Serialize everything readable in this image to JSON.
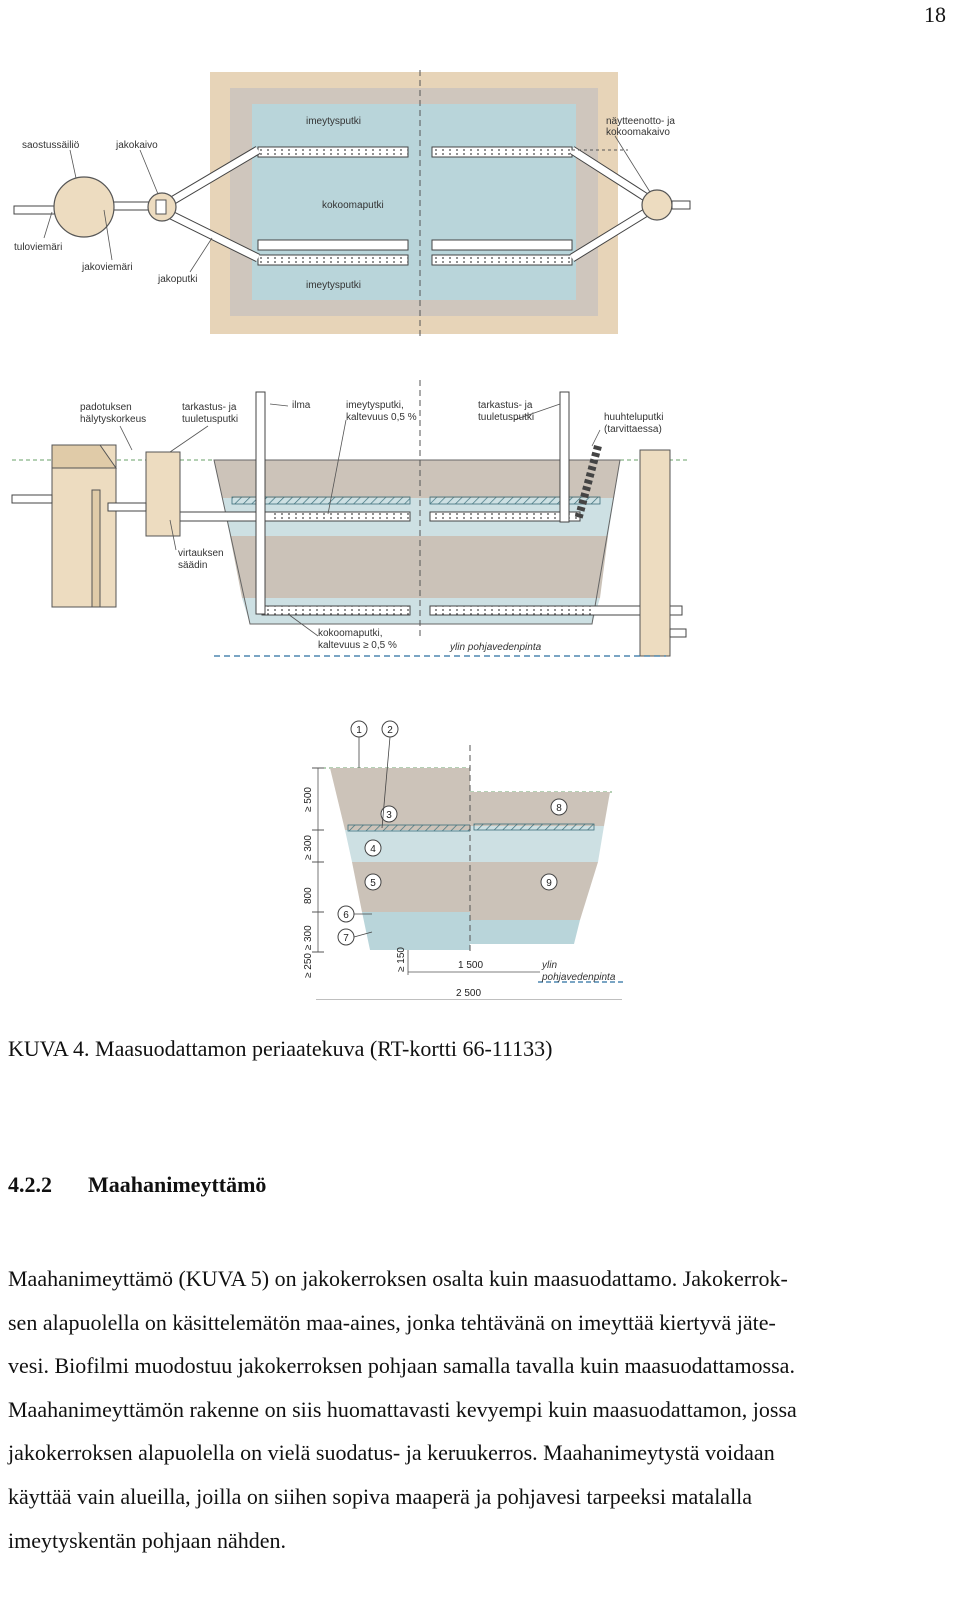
{
  "page_number": "18",
  "figure": {
    "top_plan": {
      "labels": {
        "saostussailio": "saostussäiliö",
        "jakokaivo": "jakokaivo",
        "imeytysputki_top": "imeytysputki",
        "nayttenotto_1": "näytteenotto- ja",
        "nayttenotto_2": "kokoomakaivo",
        "kokoomaputki": "kokoomaputki",
        "tuloviemari": "tuloviemäri",
        "jakoviemari": "jakoviemäri",
        "jakoputki": "jakoputki",
        "imeytysputki_bottom": "imeytysputki"
      }
    },
    "section": {
      "labels": {
        "padotuksen_1": "padotuksen",
        "padotuksen_2": "hälytyskorkeus",
        "tarkastus_l1": "tarkastus- ja",
        "tarkastus_l2": "tuuletusputki",
        "ilma": "ilma",
        "imeytysputki_1": "imeytysputki,",
        "imeytysputki_2": "kaltevuus 0,5 %",
        "tarkastus_r1": "tarkastus- ja",
        "tarkastus_r2": "tuuletusputki",
        "huuhtelu_1": "huuhteluputki",
        "huuhtelu_2": "(tarvittaessa)",
        "virtauksen_1": "virtauksen",
        "virtauksen_2": "säädin",
        "kokooma_1": "kokoomaputki,",
        "kokooma_2": "kaltevuus ≥ 0,5 %",
        "pohjavesi": "ylin pohjavedenpinta"
      }
    },
    "layers": {
      "dims": {
        "d500": "≥ 500",
        "d300": "≥ 300",
        "d800": "800",
        "d250": "≥ 250 ≥ 300",
        "d150": "≥ 150",
        "w1500": "1 500",
        "w2500": "2 500"
      },
      "pohjavesi_1": "ylin",
      "pohjavesi_2": "pohjavedenpinta",
      "markers": [
        "1",
        "2",
        "3",
        "4",
        "5",
        "6",
        "7",
        "8",
        "9"
      ]
    }
  },
  "caption": "KUVA 4. Maasuodattamon periaatekuva (RT-kortti 66-11133)",
  "section_heading": {
    "number": "4.2.2",
    "title": "Maahanimeyttämö"
  },
  "body_lines": [
    "Maahanimeyttämö (KUVA 5) on jakokerroksen osalta kuin maasuodattamo. Jakokerrok-",
    "sen alapuolella on käsittelemätön maa-aines, jonka tehtävänä on imeyttää kiertyvä jäte-",
    "vesi. Biofilmi muodostuu jakokerroksen pohjaan samalla tavalla kuin maasuodattamossa.",
    "Maahanimeyttämön rakenne on siis huomattavasti kevyempi kuin maasuodattamon, jossa",
    "jakokerroksen alapuolella on vielä suodatus- ja keruukerros. Maahanimeytystä voidaan",
    "käyttää vain alueilla, joilla on siihen sopiva maaperä ja pohjavesi tarpeeksi matalalla",
    "imeytyskentän pohjaan nähden."
  ]
}
